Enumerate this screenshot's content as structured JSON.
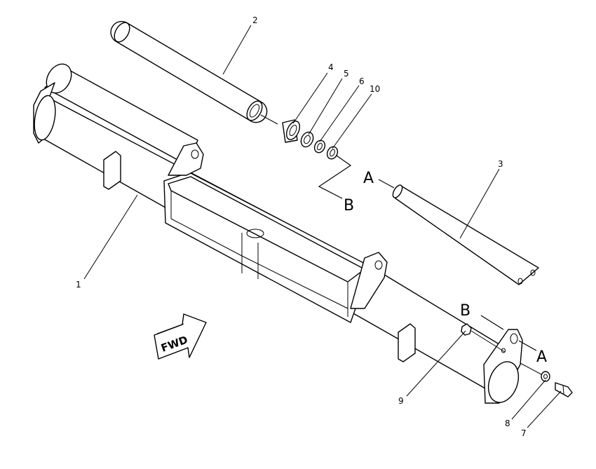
{
  "callouts": {
    "c1": "1",
    "c2": "2",
    "c3": "3",
    "c4": "4",
    "c5": "5",
    "c6": "6",
    "c7": "7",
    "c8": "8",
    "c9": "9",
    "c10": "10"
  },
  "connectors": {
    "a_upper": "A",
    "b_upper": "B",
    "a_lower": "A",
    "b_lower": "B"
  },
  "fwd_label": "FWD"
}
